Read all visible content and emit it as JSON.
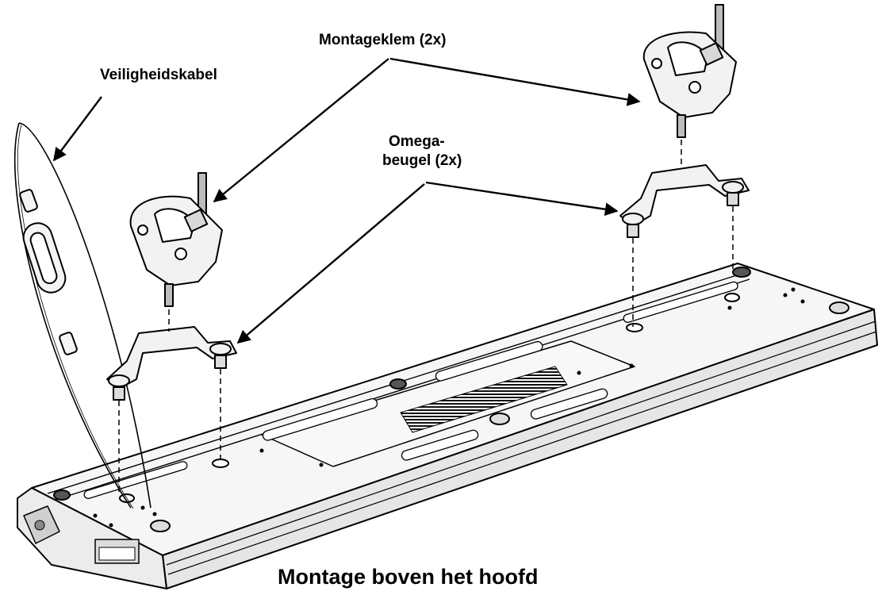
{
  "labels": {
    "safety_cable": "Veiligheidskabel",
    "mounting_clamp": "Montageklem (2x)",
    "omega_bracket_line1": "Omega-",
    "omega_bracket_line2": "beugel (2x)"
  },
  "caption": "Montage boven het hoofd",
  "colors": {
    "ink": "#000000",
    "background": "#ffffff",
    "metal": "#f2f2f2",
    "shade": "#bdbdbd"
  }
}
